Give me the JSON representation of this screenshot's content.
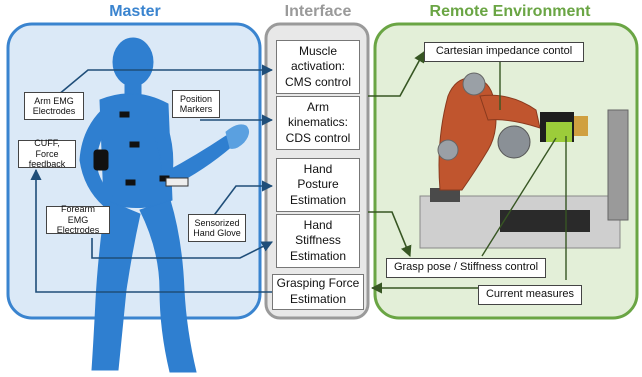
{
  "colors": {
    "master": "#3a84cf",
    "master_fill": "#dbe9f7",
    "interface": "#9a9a9a",
    "interface_fill": "#e8e8e8",
    "remote": "#6aa544",
    "remote_fill": "#e3efd8",
    "arrow_blue": "#1f4e79",
    "arrow_green": "#375623",
    "human": "#2f7fd0"
  },
  "sections": {
    "master": "Master",
    "interface": "Interface",
    "remote": "Remote Environment"
  },
  "master_labels": {
    "arm_emg": "Arm EMG\nElectrodes",
    "position_markers": "Position\nMarkers",
    "cuff": "CUFF, Force\nfeedback",
    "forearm_emg": "Forearm EMG\nElectrodes",
    "glove": "Sensorized\nHand Glove"
  },
  "interface_boxes": [
    "Muscle\nactivation:\nCMS control",
    "Arm\nkinematics:\nCDS control",
    "Hand\nPosture\nEstimation",
    "Hand\nStiffness\nEstimation",
    "Grasping Force\nEstimation"
  ],
  "remote_labels": {
    "cartesian": "Cartesian impedance contol",
    "grasp": "Grasp pose / Stiffness control",
    "current": "Current measures"
  }
}
